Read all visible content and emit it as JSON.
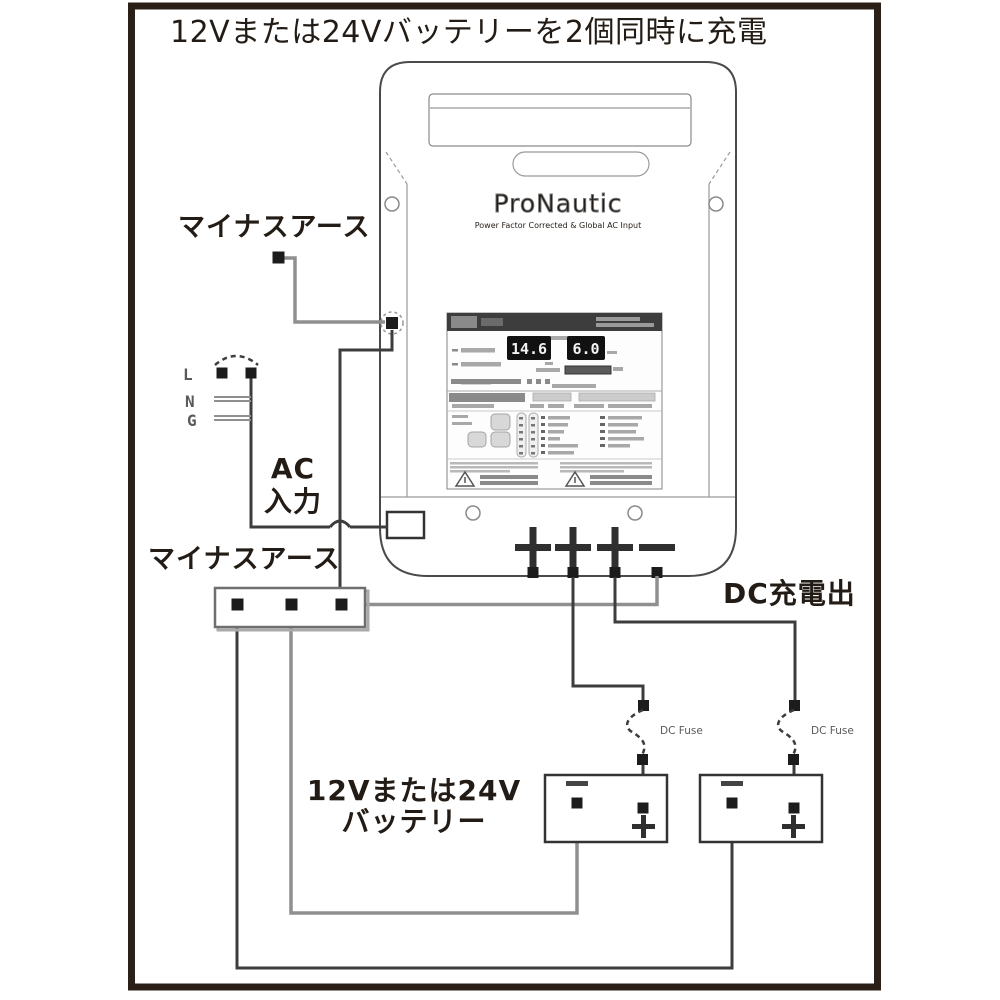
{
  "page": {
    "title": "12Vまたは24Vバッテリーを2個同時に充電"
  },
  "labels": {
    "ground_top": "マイナスアース",
    "ground_bottom": "マイナスアース",
    "ac_line1": "AC",
    "ac_line2": "入力",
    "ac_terminal_l": "L",
    "ac_terminal_n": "N",
    "ac_terminal_g": "G",
    "dc_output": "DC充電出",
    "battery_line1": "12Vまたは24V",
    "battery_line2": "バッテリー",
    "fuse1": "DC Fuse",
    "fuse2": "DC Fuse"
  },
  "charger": {
    "brand": "ProNautic",
    "tagline": "Power Factor Corrected & Global AC Input",
    "display": {
      "volts": "14.6",
      "amps": "6.0"
    },
    "dc_terminals": [
      "+",
      "+",
      "+",
      "−"
    ]
  },
  "batteries": [
    {
      "neg": "−",
      "pos": "+"
    },
    {
      "neg": "−",
      "pos": "+"
    }
  ],
  "colors": {
    "frame": "#2b2017",
    "wire_dark": "#3d3d3d",
    "wire_gray": "#8f8f8f",
    "panel_header": "#3d3d3d",
    "display_bg": "#111111"
  }
}
